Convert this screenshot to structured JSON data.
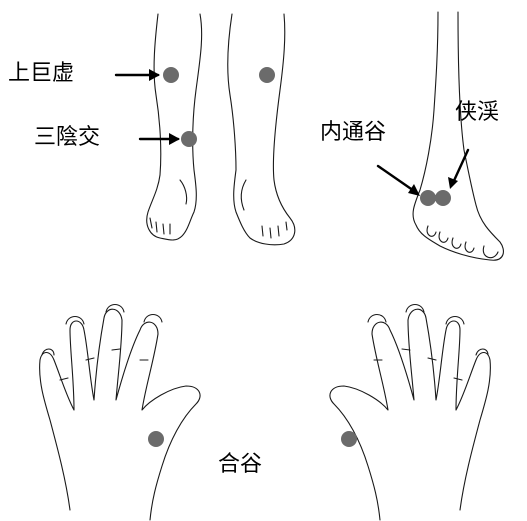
{
  "labels": {
    "shangjuxu": "上巨虚",
    "sanyinjiao": "三陰交",
    "neitonggu": "内通谷",
    "xiaxi": "侠渓",
    "hegu": "合谷"
  },
  "colors": {
    "point": "#6b6b6b",
    "line": "#1a1a1a",
    "background": "#ffffff"
  }
}
